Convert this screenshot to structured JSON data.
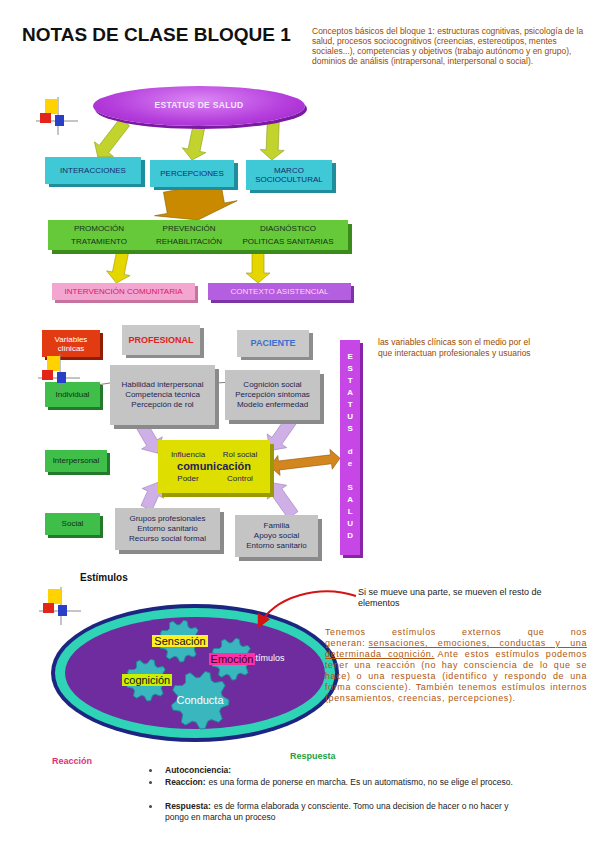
{
  "diagram": {
    "title": "NOTAS DE CLASE BLOQUE 1",
    "nodes": [
      {
        "text": [
          "ESTATUS DE SALUD"
        ]
      },
      {
        "text": [
          "INTERACCIONES"
        ]
      },
      {
        "text": [
          "PERCEPCIONES"
        ]
      },
      {
        "text": [
          "MARCO SOCIOCULTURAL"
        ]
      },
      {
        "text": [
          "PROMOCIÓN",
          "PREVENCIÓN",
          "DIAGNÓSTICO",
          "TRATAMIENTO",
          "REHABILITACIÓN",
          "POLITICAS SANITARIAS"
        ]
      },
      {
        "text": [
          "INTERVENCIÓN COMUNITARIA"
        ]
      },
      {
        "text": [
          "CONTEXTO ASISTENCIAL"
        ]
      },
      {
        "text": [
          "Variables clínicas"
        ]
      },
      {
        "text": [
          "PROFESIONAL"
        ]
      },
      {
        "text": [
          "PACIENTE"
        ]
      },
      {
        "text": [
          "ESTATUS",
          "de",
          "SALUD"
        ]
      },
      {
        "text": [
          "Individual"
        ]
      },
      {
        "text": [
          "Habilidad interpersonal",
          "Competencia técnica",
          "Percepción de rol"
        ]
      },
      {
        "text": [
          "Cognición social",
          "Percepción síntomas",
          "Modelo enfermedad"
        ]
      },
      {
        "text": [
          "Interpersonal"
        ]
      },
      {
        "text": [
          "Influencia",
          "Rol social",
          "comunicación",
          "Poder",
          "Control"
        ]
      },
      {
        "text": [
          "Social"
        ]
      },
      {
        "text": [
          "Grupos profesionales",
          "Entorno sanitario",
          "Recurso social formal"
        ]
      },
      {
        "text": [
          "Familia",
          "Apoyo social",
          "Entorno sanitario"
        ]
      },
      {
        "text": [
          "Estímulos",
          "Estímulos"
        ]
      },
      {
        "text": [
          "Sensación"
        ],
        "in": 19
      },
      {
        "text": [
          "Emoción"
        ],
        "in": 19
      },
      {
        "text": [
          "cognición"
        ],
        "in": 19
      },
      {
        "text": [
          "Conducta"
        ],
        "in": 19
      }
    ],
    "edges": [
      {
        "from": 0,
        "to": 1,
        "arrow": "to"
      },
      {
        "from": 0,
        "to": 2,
        "arrow": "to"
      },
      {
        "from": 0,
        "to": 3,
        "arrow": "to"
      },
      {
        "from": 2,
        "to": 4,
        "arrow": "to"
      },
      {
        "from": 4,
        "to": 5,
        "arrow": "to"
      },
      {
        "from": 4,
        "to": 6,
        "arrow": "to"
      },
      {
        "from": 11,
        "to": 12,
        "arrow": "none"
      },
      {
        "from": 12,
        "to": 13,
        "arrow": "none"
      },
      {
        "from": 12,
        "to": 15,
        "arrow": "to"
      },
      {
        "from": 13,
        "to": 15,
        "arrow": "to"
      },
      {
        "from": 17,
        "to": 15,
        "arrow": "to"
      },
      {
        "from": 18,
        "to": 15,
        "arrow": "to"
      },
      {
        "from": 15,
        "to": 10,
        "arrow": "both"
      }
    ],
    "labels": [
      "Conceptos básicos del bloque 1: estructuras cognitivas, psicología de la salud, procesos sociocognitivos (creencias, estereotipos, mentes sociales...), competencias y objetivos (trabajo autónomo y en grupo), dominios de análisis (intrapersonal, interpersonal o social).",
      "las variables clínicas son el medio por el que interactuan profesionales y usuarios",
      "Si se mueve una parte, se mueven el resto de elementos",
      "Tenemos estímulos externos que nos generan:",
      "sensaciones, emociones, conductas y una determinada cognición.",
      "Ante estos estímulos podemos tener una reacción (no hay consciencia de lo que se hace) o una respuesta (identifico y respondo de una forma consciente). También tenemos estímulos internos (pensamientos, creencias, percepciones).",
      "Reacción",
      "Respuesta",
      "Autoconciencia:",
      "Reaccion:",
      "es una forma de ponerse en marcha. Es un automatismo, no se elige el proceso.",
      "Respuesta:",
      "es de forma elaborada y consciente. Tomo una decision de hacer o no hacer y pongo en marcha un proceso"
    ]
  }
}
